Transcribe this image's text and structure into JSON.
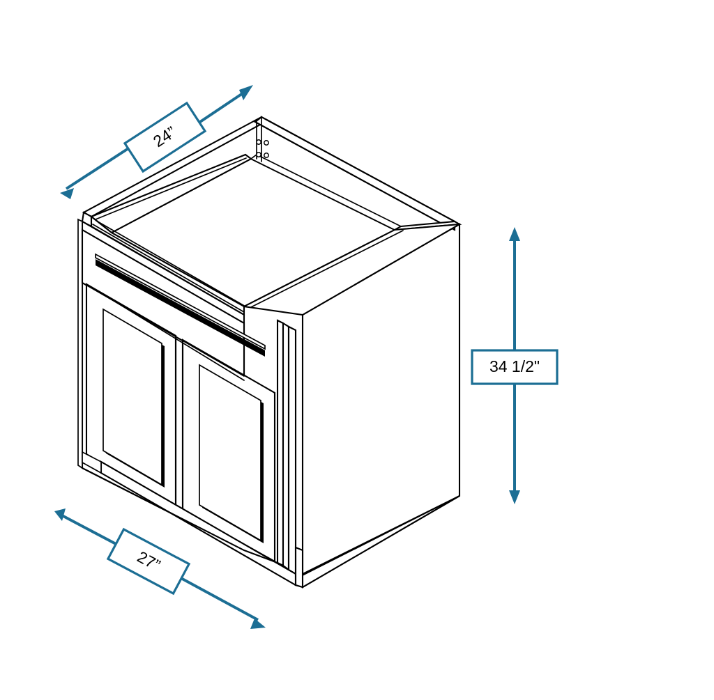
{
  "drawing": {
    "title": "Base Cabinet Isometric Dimension Drawing",
    "product": "Two-Door Base Cabinet with Drawer",
    "background_color": "#FFFFFF",
    "line_color": "#000000",
    "dimension_color": "#1C6E94"
  },
  "dimensions": {
    "depth": {
      "label": "24”",
      "name": "depth-dimension",
      "orientation": "diagonal-upper-left",
      "rotation_deg": -33
    },
    "height": {
      "label": "34 1/2\"",
      "name": "height-dimension",
      "orientation": "vertical-right",
      "rotation_deg": 0
    },
    "width": {
      "label": "27”",
      "name": "width-dimension",
      "orientation": "diagonal-lower-left",
      "rotation_deg": 28
    }
  },
  "cabinet_parts": {
    "left_door": "left-cabinet-door",
    "right_door": "right-cabinet-door",
    "drawer_front": "drawer-front",
    "top_frame": "open-top-frame",
    "side_panel": "right-side-panel",
    "toe_kick": "toe-kick",
    "hinge_holes": "hinge-bore-holes"
  }
}
